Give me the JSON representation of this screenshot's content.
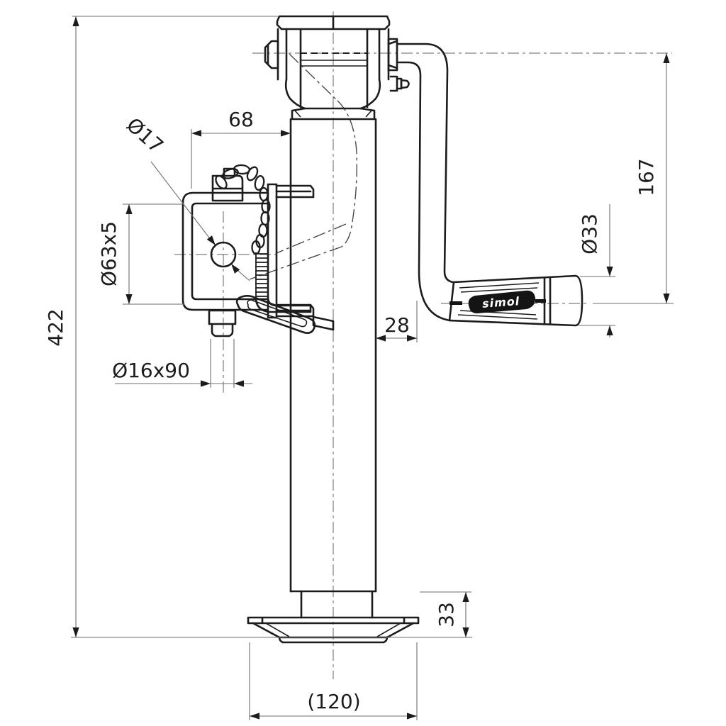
{
  "drawing": {
    "background": "#ffffff",
    "line_color": "#1c1c1c",
    "dim_color": "#6e6e6e",
    "brand": "simol",
    "dims": {
      "overall_height": "422",
      "bracket_to_tube": "68",
      "pin_hole": "Ø17",
      "clamp_tube": "Ø63x5",
      "pin": "Ø16x90",
      "tube_to_crank": "28",
      "crank_drop": "167",
      "grip_dia": "Ø33",
      "foot_height": "33",
      "foot_width": "(120)"
    }
  }
}
